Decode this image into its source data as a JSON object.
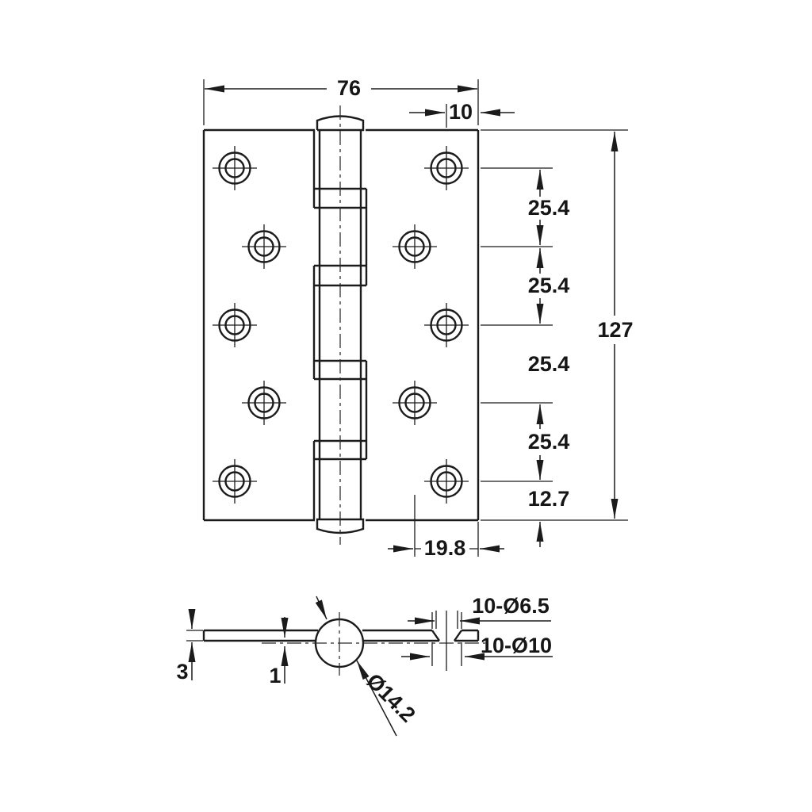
{
  "front_view": {
    "dim_width": "76",
    "dim_edge_to_hole_col": "10",
    "dim_overall_height": "127",
    "dim_hole_pitch": [
      "25.4",
      "25.4",
      "25.4",
      "25.4"
    ],
    "dim_bottom_margin": "12.7",
    "dim_hole_col_to_edge": "19.8"
  },
  "section_view": {
    "dim_leaf_thickness": "3",
    "dim_leaf_to_center": "1",
    "dim_knuckle_diameter": "Ø14.2",
    "spec_hole_small": "10-Ø6.5",
    "spec_hole_large": "10-Ø10"
  }
}
